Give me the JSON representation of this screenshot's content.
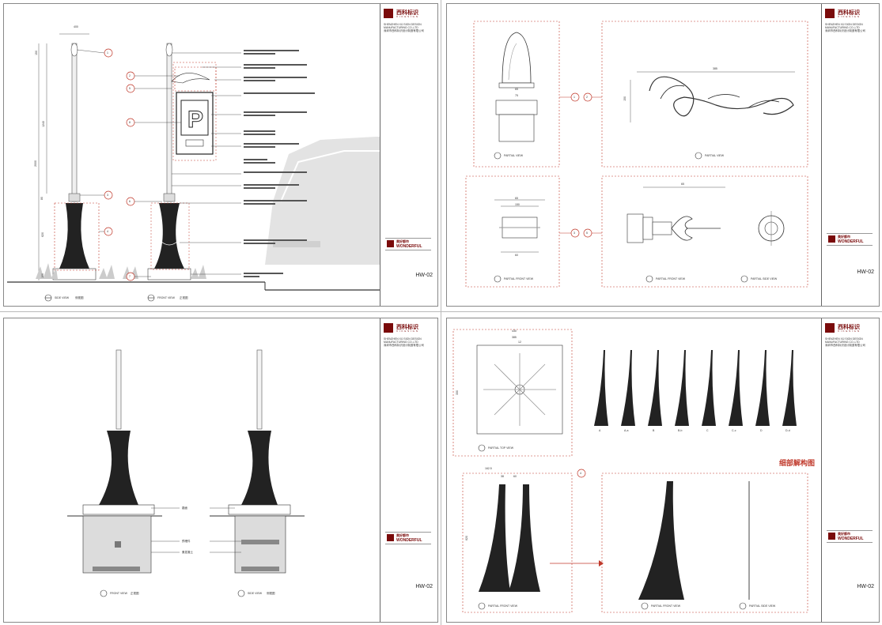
{
  "title_block": {
    "brand_cn": "西科标识",
    "brand_sub": "X I K E  S I G N",
    "company": [
      "SHENZHEN XIJ SIGN DESIGN",
      "MANUFACTURING CO.,LTD",
      "深圳市西科标识设计制造有限公司"
    ],
    "drawing_no": "HW-02",
    "wonderful_en": "WONDERFUL",
    "wonderful_cn": "美好都市"
  },
  "sheet1": {
    "views": [
      "SIDE VIEW",
      "FRONT VIEW"
    ],
    "views_cn": [
      "侧视图",
      "正视图"
    ],
    "dims": [
      "400",
      "150",
      "1240",
      "2000",
      "80",
      "620",
      "100"
    ],
    "callouts": [
      "1",
      "2",
      "3",
      "4",
      "5",
      "6",
      "7",
      "8"
    ],
    "sign_letter": "P"
  },
  "sheet2": {
    "views": [
      "PARTIAL VIEW",
      "PARTIAL VIEW",
      "PARTIAL FRONT VIEW",
      "PARTIAL FRONT VIEW",
      "PARTIAL SIDE VIEW"
    ],
    "dims": [
      "385",
      "150",
      "65",
      "75",
      "65",
      "150",
      "60",
      "65"
    ],
    "callouts": [
      "1",
      "2",
      "3",
      "5"
    ]
  },
  "sheet3": {
    "views": [
      "FRONT VIEW",
      "SIDE VIEW"
    ],
    "views_cn": [
      "正视图",
      "侧视图"
    ],
    "notes": [
      "路面",
      "预埋件",
      "素混凝土"
    ]
  },
  "sheet4": {
    "views": [
      "PARTIAL TOP VIEW",
      "PARTIAL FRONT VIEW",
      "PARTIAL FRONT VIEW",
      "PARTIAL SIDE VIEW"
    ],
    "dims": [
      "430",
      "385",
      "12",
      "162.5",
      "38",
      "60",
      "620",
      "330"
    ],
    "callouts": [
      "4"
    ],
    "detail_title": "细部解构图",
    "part_labels": [
      "A",
      "A-a",
      "B",
      "B-b",
      "C",
      "C-c",
      "D",
      "D-d"
    ]
  }
}
